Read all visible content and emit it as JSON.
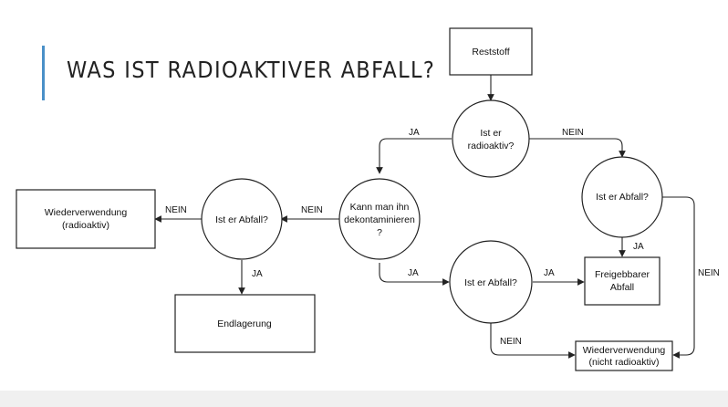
{
  "slide": {
    "title": "WAS IST RADIOAKTIVER ABFALL?",
    "accent_color": "#4a90c8"
  },
  "diagram": {
    "nodes": {
      "reststoff": {
        "label": "Reststoff"
      },
      "radioaktiv_q": {
        "line1": "Ist er",
        "line2": "radioaktiv?"
      },
      "abfall_q_right": {
        "label": "Ist er Abfall?"
      },
      "dekontaminieren_q": {
        "line1": "Kann man ihn",
        "line2": "dekontaminieren",
        "line3": "?"
      },
      "abfall_q_left": {
        "label": "Ist er Abfall?"
      },
      "wiederverwendung_radioaktiv": {
        "line1": "Wiederverwendung",
        "line2": "(radioaktiv)"
      },
      "endlagerung": {
        "label": "Endlagerung"
      },
      "abfall_q_mid": {
        "label": "Ist er Abfall?"
      },
      "freigebbarer_abfall": {
        "line1": "Freigebbarer",
        "line2": "Abfall"
      },
      "wiederverwendung_nicht": {
        "line1": "Wiederverwendung",
        "line2": "(nicht radioaktiv)"
      }
    },
    "edges": {
      "radioaktiv_ja": "JA",
      "radioaktiv_nein": "NEIN",
      "dekon_nein": "NEIN",
      "left_nein": "NEIN",
      "left_ja": "JA",
      "dekon_ja": "JA",
      "mid_ja": "JA",
      "mid_nein": "NEIN",
      "right_ja": "JA",
      "right_nein": "NEIN"
    }
  }
}
